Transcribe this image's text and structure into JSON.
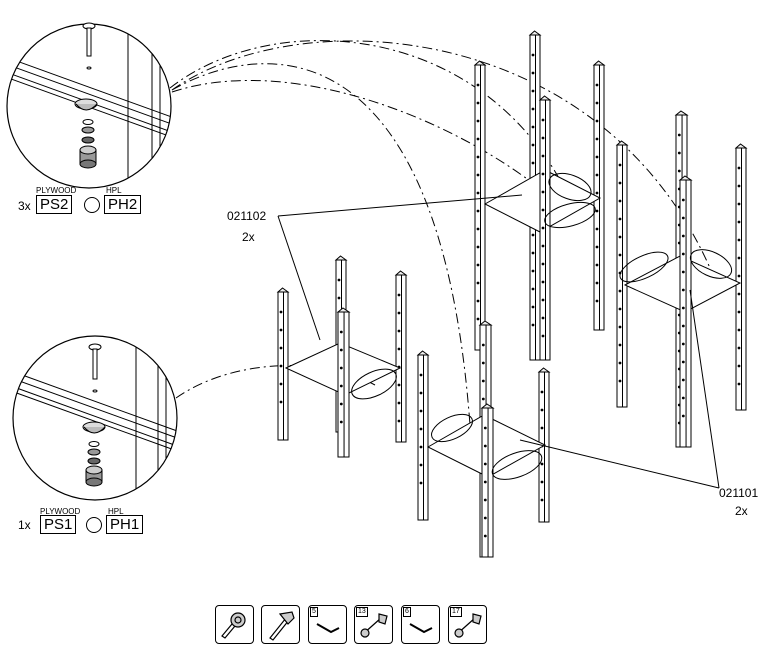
{
  "detail_top": {
    "quantity": "3x",
    "plywood_label": "PLYWOOD",
    "hpl_label": "HPL",
    "plywood_code": "PS2",
    "hpl_code": "PH2"
  },
  "detail_bottom": {
    "quantity": "1x",
    "plywood_label": "PLYWOOD",
    "hpl_label": "HPL",
    "plywood_code": "PS1",
    "hpl_code": "PH1"
  },
  "callouts": [
    {
      "part": "021102",
      "qty": "2x"
    },
    {
      "part": "021101",
      "qty": "2x"
    }
  ],
  "tools": [
    {
      "icon": "tape-measure-icon",
      "size": ""
    },
    {
      "icon": "hammer-icon",
      "size": ""
    },
    {
      "icon": "allen-key-icon",
      "size": "5"
    },
    {
      "icon": "wrench-icon",
      "size": "13"
    },
    {
      "icon": "allen-key-icon",
      "size": "6"
    },
    {
      "icon": "wrench-icon",
      "size": "17"
    }
  ]
}
